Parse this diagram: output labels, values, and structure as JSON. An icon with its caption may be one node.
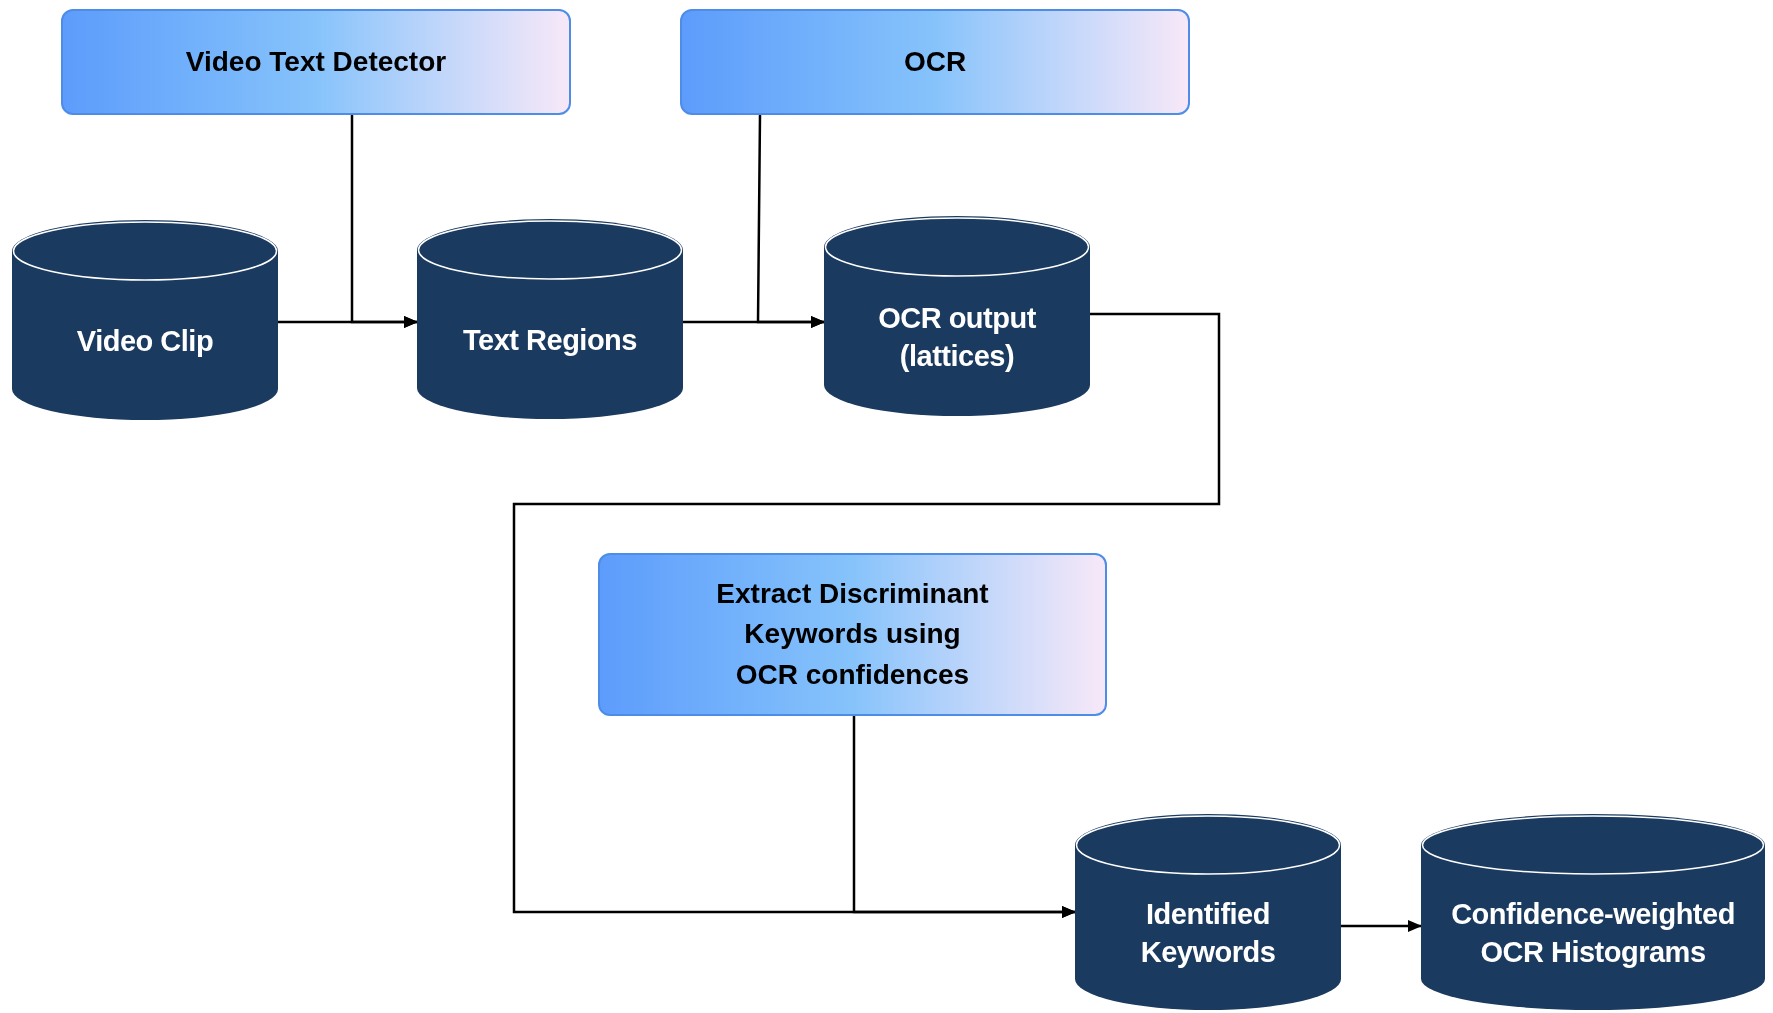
{
  "diagram": {
    "nodes": [
      {
        "text": [
          "Video Text Detector"
        ]
      },
      {
        "text": [
          "OCR"
        ]
      },
      {
        "text": [
          "Video Clip"
        ]
      },
      {
        "text": [
          "Text Regions"
        ]
      },
      {
        "text": [
          "OCR output (lattices)"
        ]
      },
      {
        "text": [
          "Extract Discriminant Keywords using OCR confidences"
        ]
      },
      {
        "text": [
          "Identified Keywords"
        ]
      },
      {
        "text": [
          "Confidence-weighted OCR Histograms"
        ]
      }
    ],
    "edges": [
      {
        "from": 2,
        "to": 3,
        "arrow": "to"
      },
      {
        "from": 0,
        "to": 3,
        "arrow": "to"
      },
      {
        "from": 3,
        "to": 4,
        "arrow": "to"
      },
      {
        "from": 1,
        "to": 4,
        "arrow": "to"
      },
      {
        "from": 4,
        "to": 6,
        "arrow": "to"
      },
      {
        "from": 5,
        "to": 6,
        "arrow": "to"
      },
      {
        "from": 6,
        "to": 7,
        "arrow": "to"
      }
    ]
  }
}
